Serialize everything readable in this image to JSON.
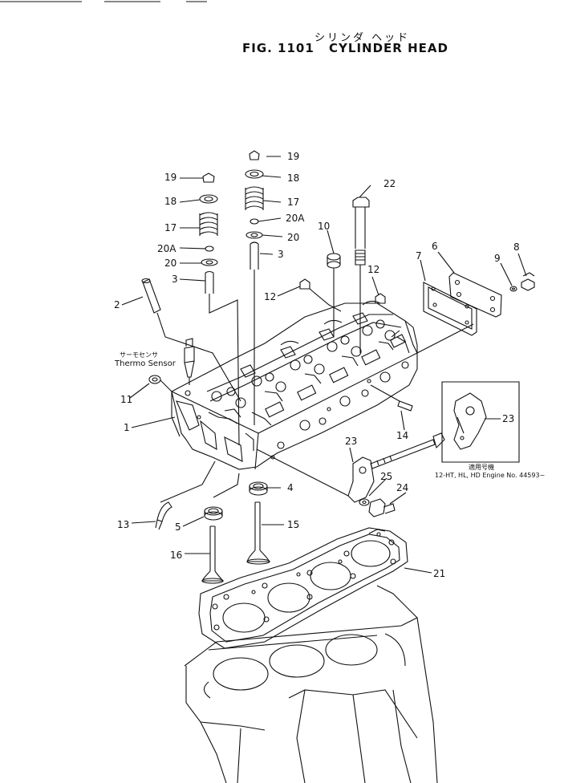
{
  "header": {
    "title_jp": "シリンダ ヘッド",
    "fig_number": "FIG. 1101",
    "title_en": "CYLINDER HEAD"
  },
  "annotations": {
    "thermo_jp": "サーモセンサ",
    "thermo_en": "Thermo Sensor",
    "inset_jp": "適用号機",
    "inset_en": "12-HT, HL, HD Engine No. 44593~"
  },
  "callouts": [
    {
      "id": "c19a",
      "text": "19"
    },
    {
      "id": "c18a",
      "text": "18"
    },
    {
      "id": "c17a",
      "text": "17"
    },
    {
      "id": "c20Aa",
      "text": "20A"
    },
    {
      "id": "c20a",
      "text": "20"
    },
    {
      "id": "c3a",
      "text": "3"
    },
    {
      "id": "c22",
      "text": "22"
    },
    {
      "id": "c19b",
      "text": "19"
    },
    {
      "id": "c18b",
      "text": "18"
    },
    {
      "id": "c17b",
      "text": "17"
    },
    {
      "id": "c20Ab",
      "text": "20A"
    },
    {
      "id": "c20b",
      "text": "20"
    },
    {
      "id": "c3b",
      "text": "3"
    },
    {
      "id": "c10",
      "text": "10"
    },
    {
      "id": "c6",
      "text": "6"
    },
    {
      "id": "c9",
      "text": "9"
    },
    {
      "id": "c8",
      "text": "8"
    },
    {
      "id": "c7",
      "text": "7"
    },
    {
      "id": "c12a",
      "text": "12"
    },
    {
      "id": "c12b",
      "text": "12"
    },
    {
      "id": "c2",
      "text": "2"
    },
    {
      "id": "c11",
      "text": "11"
    },
    {
      "id": "c1",
      "text": "1"
    },
    {
      "id": "c14",
      "text": "14"
    },
    {
      "id": "c23a",
      "text": "23"
    },
    {
      "id": "c23b",
      "text": "23"
    },
    {
      "id": "c25",
      "text": "25"
    },
    {
      "id": "c24",
      "text": "24"
    },
    {
      "id": "c4",
      "text": "4"
    },
    {
      "id": "c5",
      "text": "5"
    },
    {
      "id": "c15",
      "text": "15"
    },
    {
      "id": "c13",
      "text": "13"
    },
    {
      "id": "c16",
      "text": "16"
    },
    {
      "id": "c21",
      "text": "21"
    }
  ]
}
